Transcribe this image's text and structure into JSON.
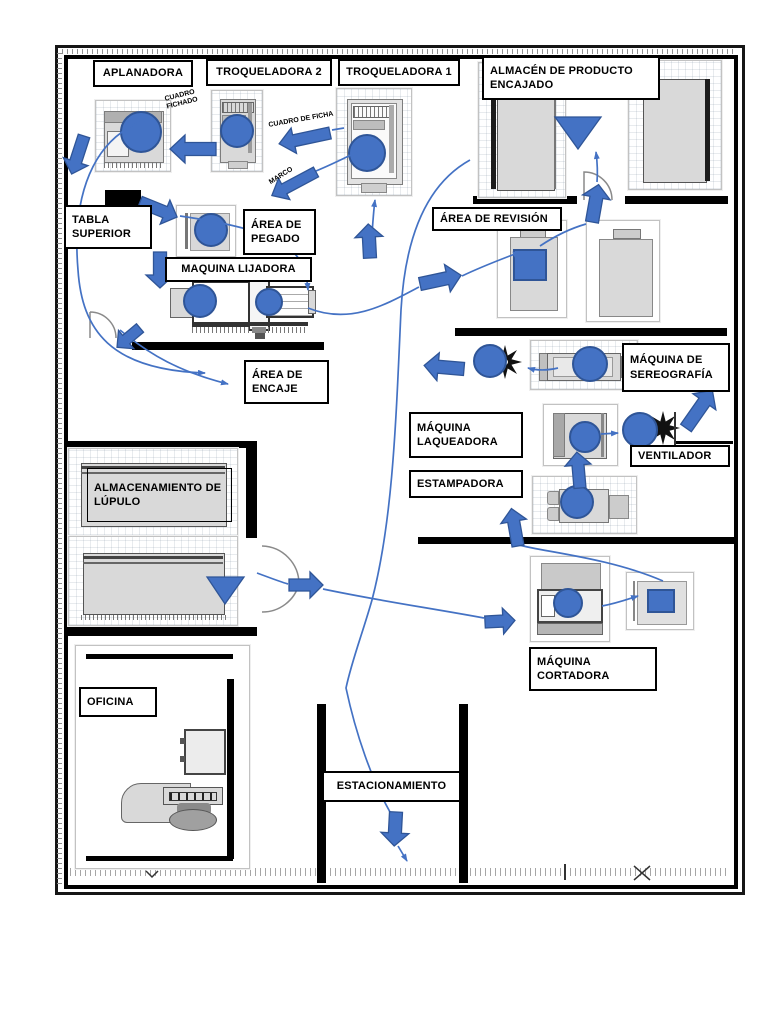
{
  "diagram": {
    "type": "factory-floor-plan-flow",
    "colors": {
      "flow_blue": "#4472C4",
      "flow_blue_dark": "#2F5597",
      "machine_gray": "#D9D9D9",
      "wall_black": "#000000"
    },
    "labels": {
      "aplanadora": "APLANADORA",
      "troqueladora2": "TROQUELADORA 2",
      "troqueladora1": "TROQUELADORA 1",
      "almacen_producto_encajado": "ALMACÉN DE PRODUCTO ENCAJADO",
      "area_de_revision": "ÁREA DE REVISIÓN",
      "tabla_superior": "TABLA SUPERIOR",
      "area_de_pegado": "ÁREA DE PEGADO",
      "maquina_lijadora": "MAQUINA LIJADORA",
      "area_de_encaje": "ÁREA DE ENCAJE",
      "maquina_de_sereografia": "MÁQUINA DE SEREOGRAFÍA",
      "maquina_laqueadora": "MÁQUINA LAQUEADORA",
      "ventilador": "VENTILADOR",
      "estampadora": "ESTAMPADORA",
      "almacenamiento_de_lupulo": "ALMACENAMIENTO DE LÚPULO",
      "maquina_cortadora": "MÁQUINA CORTADORA",
      "oficina": "OFICINA",
      "estacionamiento": "ESTACIONAMIENTO",
      "cuadro_fichado": "CUADRO FICHADO",
      "cuadro_de_ficha": "CUADRO DE FICHA",
      "marco": "MARCO"
    }
  }
}
